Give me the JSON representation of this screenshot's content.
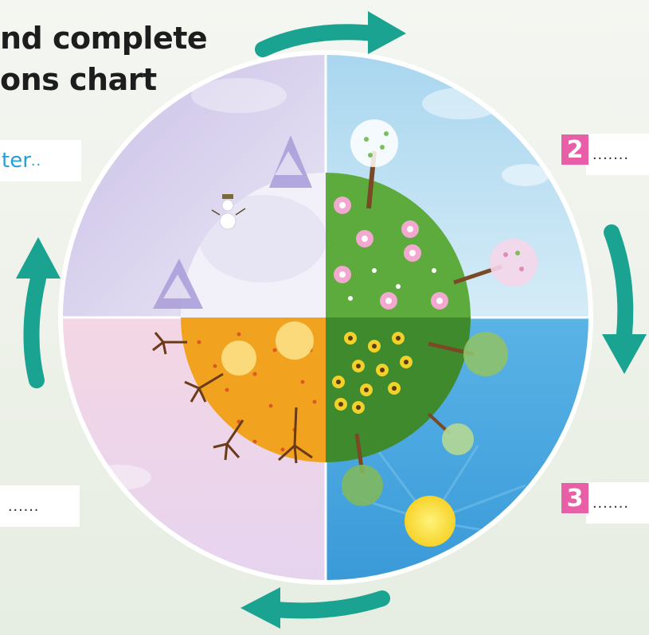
{
  "title": {
    "line1": "nd complete",
    "line2": "ons chart"
  },
  "answers": {
    "winter_answer": "ter",
    "winter_dots": "..",
    "autumn_dots": "......",
    "spring_number": "2",
    "spring_dots": ".......",
    "summer_number": "3",
    "summer_dots": "......."
  },
  "colors": {
    "arrow": "#1aa390",
    "badge": "#e85fa8",
    "answer_text": "#2a9fd6"
  }
}
